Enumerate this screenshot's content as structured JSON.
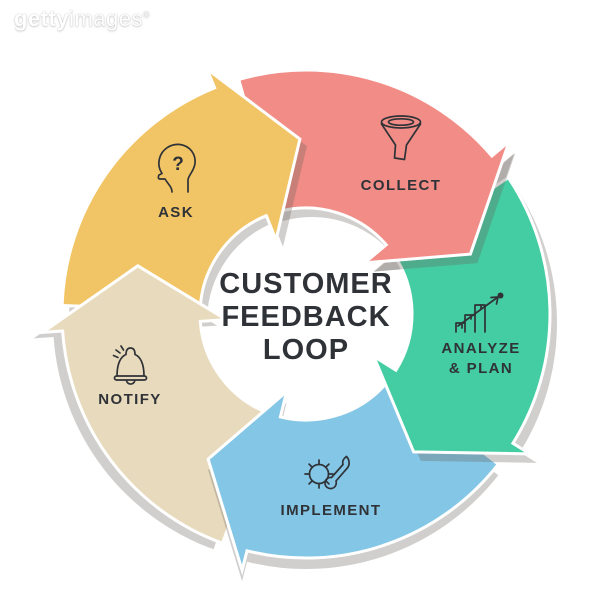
{
  "watermark": {
    "brand_bold": "getty",
    "brand_light": "images",
    "registered": "®"
  },
  "title": {
    "line1": "CUSTOMER",
    "line2": "FEEDBACK",
    "line3": "LOOP"
  },
  "colors": {
    "background": "#FFFFFF",
    "ink": "#2F3237",
    "shadow": "rgba(104,97,88,0.30)",
    "ask": "#F1C566",
    "collect": "#F18D86",
    "analyze": "#44CDA2",
    "implement": "#84C6E5",
    "notify": "#E8DBBD"
  },
  "segments": [
    {
      "id": "ask",
      "label": "ASK",
      "icon": "head-question-icon",
      "icon_glyph": "?",
      "color": "#F1C566"
    },
    {
      "id": "collect",
      "label": "COLLECT",
      "icon": "funnel-icon",
      "color": "#F18D86"
    },
    {
      "id": "analyze-plan",
      "label": "ANALYZE & PLAN",
      "label_lines": [
        "ANALYZE",
        "& PLAN"
      ],
      "icon": "growth-chart-icon",
      "color": "#44CDA2"
    },
    {
      "id": "implement",
      "label": "IMPLEMENT",
      "icon": "gear-wrench-icon",
      "color": "#84C6E5"
    },
    {
      "id": "notify",
      "label": "NOTIFY",
      "icon": "bell-icon",
      "color": "#E8DBBD"
    }
  ],
  "flow": {
    "direction": "clockwise",
    "order": [
      "ASK",
      "COLLECT",
      "ANALYZE & PLAN",
      "IMPLEMENT",
      "NOTIFY"
    ]
  }
}
